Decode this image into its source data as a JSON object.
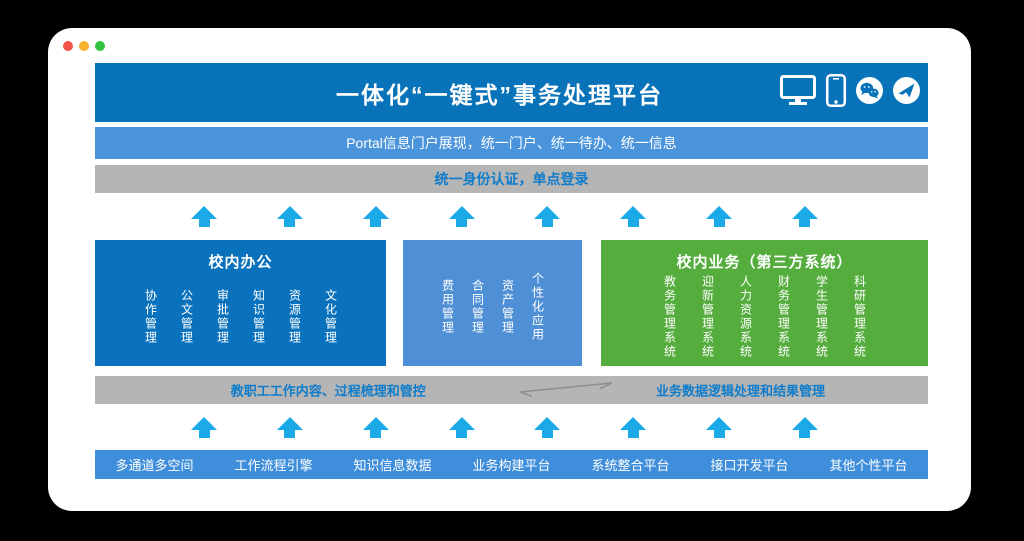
{
  "window": {
    "controls": [
      {
        "name": "close",
        "color": "#F4524A"
      },
      {
        "name": "minimize",
        "color": "#F7B32C"
      },
      {
        "name": "zoom",
        "color": "#2FC341"
      }
    ]
  },
  "header": {
    "title": "一体化“一键式”事务处理平台",
    "icons": [
      "monitor-icon",
      "smartphone-icon",
      "wechat-icon",
      "paper-plane-icon"
    ]
  },
  "portal_bar": {
    "text": "Portal信息门户展现，统一门户、统一待办、统一信息"
  },
  "auth_bar": {
    "text": "统一身份认证，单点登录"
  },
  "boxes": {
    "office": {
      "title": "校内办公",
      "items": [
        "协作管理",
        "公文管理",
        "审批管理",
        "知识管理",
        "资源管理",
        "文化管理"
      ]
    },
    "apps": {
      "items": [
        "费用管理",
        "合同管理",
        "资产管理",
        "个性化应用"
      ]
    },
    "business": {
      "title": "校内业务（第三方系统）",
      "items": [
        "教务管理系统",
        "迎新管理系统",
        "人力资源系统",
        "财务管理系统",
        "学生管理系统",
        "科研管理系统"
      ]
    }
  },
  "process_bar": {
    "left": "教职工工作内容、过程梳理和管控",
    "right": "业务数据逻辑处理和结果管理"
  },
  "platform_bar": {
    "items": [
      "多通道多空间",
      "工作流程引擎",
      "知识信息数据",
      "业务构建平台",
      "系统整合平台",
      "接口开发平台",
      "其他个性平台"
    ]
  },
  "colors": {
    "header_blue": "#0973BA",
    "portal_blue": "#4A94DC",
    "gray_bar": "#B5B5B5",
    "bar_text_blue": "#0E7CCB",
    "arrow_cyan": "#1BA9E8",
    "office_blue": "#0A72BC",
    "apps_blue": "#4E8FD5",
    "business_green": "#54AD3C",
    "platform_blue": "#3E8EDB"
  }
}
